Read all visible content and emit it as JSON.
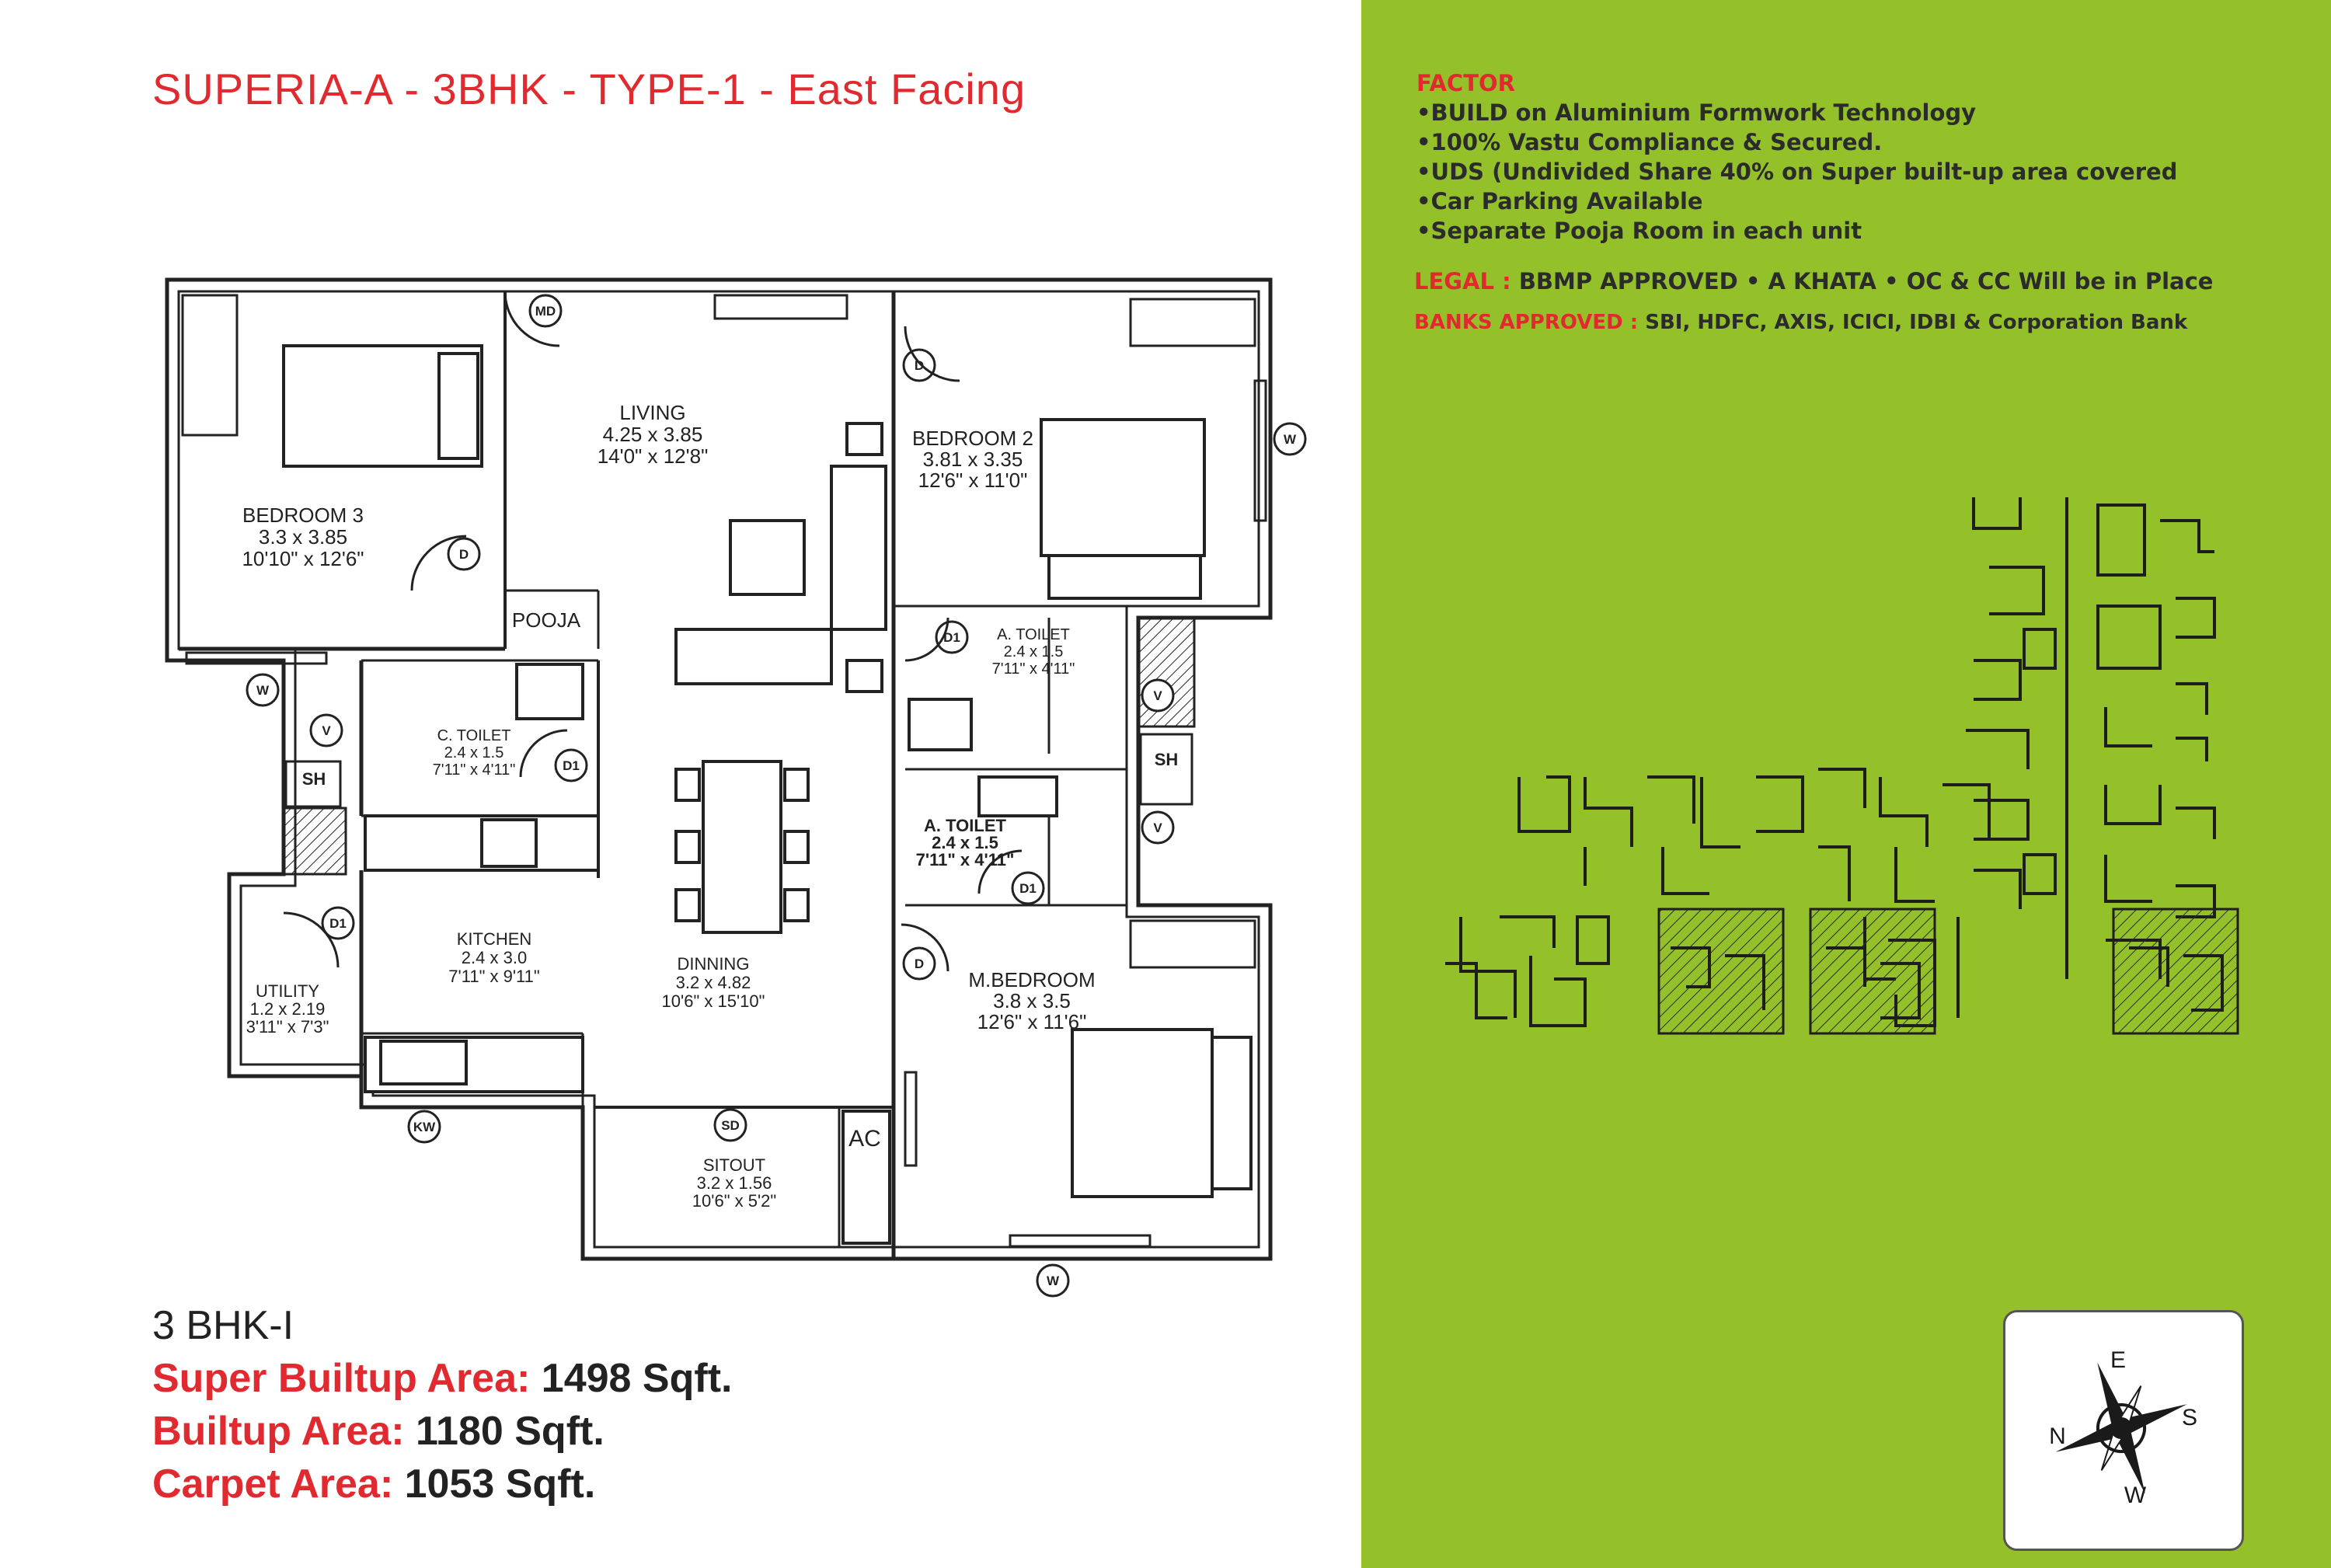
{
  "header": {
    "title": "SUPERIA-A - 3BHK - TYPE-1 - East Facing"
  },
  "factor": {
    "heading": "FACTOR",
    "items": [
      "BUILD on Aluminium Formwork Technology",
      "100% Vastu Compliance & Secured.",
      "UDS (Undivided Share 40% on Super built-up area covered",
      "Car Parking Available",
      "Separate Pooja Room in each unit"
    ]
  },
  "legal": {
    "label": "LEGAL :",
    "text": "BBMP APPROVED • A KHATA • OC & CC Will be in Place"
  },
  "banks": {
    "label": "BANKS APPROVED :",
    "text": "SBI, HDFC, AXIS, ICICI, IDBI & Corporation Bank"
  },
  "rooms": {
    "bedroom3": {
      "name": "BEDROOM 3",
      "metric": "3.3 x 3.85",
      "imperial": "10'10\" x 12'6\""
    },
    "living": {
      "name": "LIVING",
      "metric": "4.25 x 3.85",
      "imperial": "14'0\" x 12'8\""
    },
    "bedroom2": {
      "name": "BEDROOM 2",
      "metric": "3.81 x 3.35",
      "imperial": "12'6\" x 11'0\""
    },
    "pooja": {
      "name": "POOJA"
    },
    "ctoilet": {
      "name": "C. TOILET",
      "metric": "2.4 x 1.5",
      "imperial": "7'11\" x 4'11\""
    },
    "atoilet1": {
      "name": "A. TOILET",
      "metric": "2.4 x 1.5",
      "imperial": "7'11\" x 4'11\""
    },
    "atoilet2": {
      "name": "A. TOILET",
      "metric": "2.4 x 1.5",
      "imperial": "7'11\" x 4'11\""
    },
    "kitchen": {
      "name": "KITCHEN",
      "metric": "2.4 x 3.0",
      "imperial": "7'11\" x 9'11\""
    },
    "dinning": {
      "name": "DINNING",
      "metric": "3.2 x 4.82",
      "imperial": "10'6\" x 15'10\""
    },
    "mbedroom": {
      "name": "M.BEDROOM",
      "metric": "3.8 x 3.5",
      "imperial": "12'6\" x 11'6\""
    },
    "utility": {
      "name": "UTILITY",
      "metric": "1.2 x 2.19",
      "imperial": "3'11\" x 7'3\""
    },
    "sitout": {
      "name": "SITOUT",
      "metric": "3.2 x 1.56",
      "imperial": "10'6\" x 5'2\""
    }
  },
  "markers": {
    "md": "MD",
    "d": "D",
    "d1": "D1",
    "w": "W",
    "v": "V",
    "sh": "SH",
    "kw": "KW",
    "sd": "SD",
    "ac": "AC"
  },
  "areas": {
    "plan_type": "3 BHK-I",
    "super_builtup_label": "Super Builtup Area:",
    "super_builtup_value": "1498 Sqft.",
    "builtup_label": "Builtup Area:",
    "builtup_value": "1180 Sqft.",
    "carpet_label": "Carpet Area:",
    "carpet_value": "1053 Sqft."
  },
  "compass": {
    "e": "E",
    "s": "S",
    "w": "W",
    "n": "N"
  },
  "colors": {
    "accent_red": "#e12a2f",
    "panel_green": "#94c12a",
    "ink": "#2b2b2b"
  }
}
